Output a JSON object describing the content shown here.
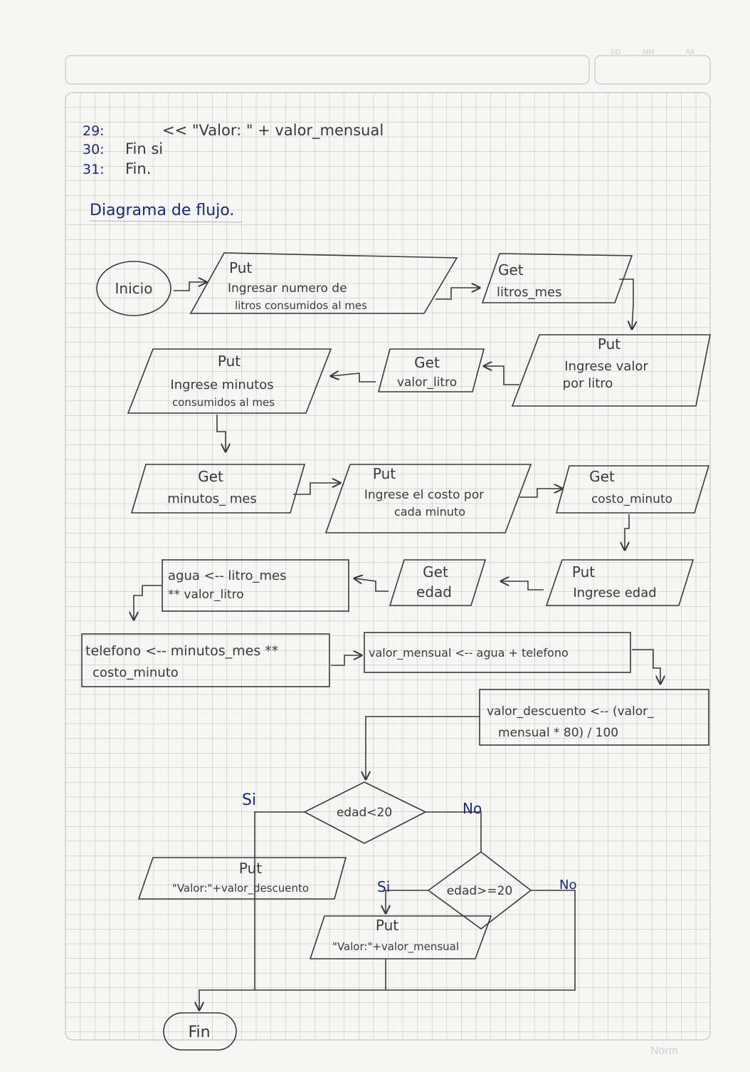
{
  "header": {
    "date_labels": {
      "day": "DD",
      "month": "MM",
      "year": "AA"
    },
    "watermark": "Norm"
  },
  "code_lines": [
    {
      "number": "29:",
      "text": "<< \"Valor: \" + valor_mensual"
    },
    {
      "number": "30:",
      "text": "Fin si"
    },
    {
      "number": "31:",
      "text": "Fin."
    }
  ],
  "diagram_title": "Diagrama de flujo.",
  "nodes": {
    "start": "Inicio",
    "put_litros": {
      "head": "Put",
      "lines": [
        "Ingresar numero de",
        "litros consumidos al mes"
      ]
    },
    "get_litros": {
      "head": "Get",
      "lines": [
        "litros_mes"
      ]
    },
    "put_valor_litro": {
      "head": "Put",
      "lines": [
        "Ingrese valor",
        "por litro"
      ]
    },
    "get_valor_litro": {
      "head": "Get",
      "lines": [
        "valor_litro"
      ]
    },
    "put_minutos": {
      "head": "Put",
      "lines": [
        "Ingrese minutos",
        "consumidos al mes"
      ]
    },
    "get_minutos": {
      "head": "Get",
      "lines": [
        "minutos_ mes"
      ]
    },
    "put_costo": {
      "head": "Put",
      "lines": [
        "Ingrese el costo por",
        "cada minuto"
      ]
    },
    "get_costo": {
      "head": "Get",
      "lines": [
        "costo_minuto"
      ]
    },
    "put_edad": {
      "head": "Put",
      "lines": [
        "Ingrese edad"
      ]
    },
    "get_edad": {
      "head": "Get",
      "lines": [
        "edad"
      ]
    },
    "proc_agua": {
      "lines": [
        "agua <-- litro_mes",
        "** valor_litro"
      ]
    },
    "proc_telefono": {
      "lines": [
        "telefono <-- minutos_mes **",
        "costo_minuto"
      ]
    },
    "proc_valor_mensual": {
      "lines": [
        "valor_mensual <-- agua + telefono"
      ]
    },
    "proc_descuento": {
      "lines": [
        "valor_descuento <-- (valor_",
        "mensual * 80) / 100"
      ]
    },
    "decision1": {
      "condition": "edad<20",
      "yes": "Si",
      "no": "No"
    },
    "decision2": {
      "condition": "edad>=20",
      "yes": "Si",
      "no": "No"
    },
    "put_desc": {
      "head": "Put",
      "lines": [
        "\"Valor:\"+valor_descuento"
      ]
    },
    "put_mensual": {
      "head": "Put",
      "lines": [
        "\"Valor:\"+valor_mensual"
      ]
    },
    "end": "Fin"
  },
  "colors": {
    "ink": "#3a3a3a",
    "blue_ink": "#1e2a6e",
    "grid": "#bdbdbd",
    "paper": "#f6f6f4"
  }
}
